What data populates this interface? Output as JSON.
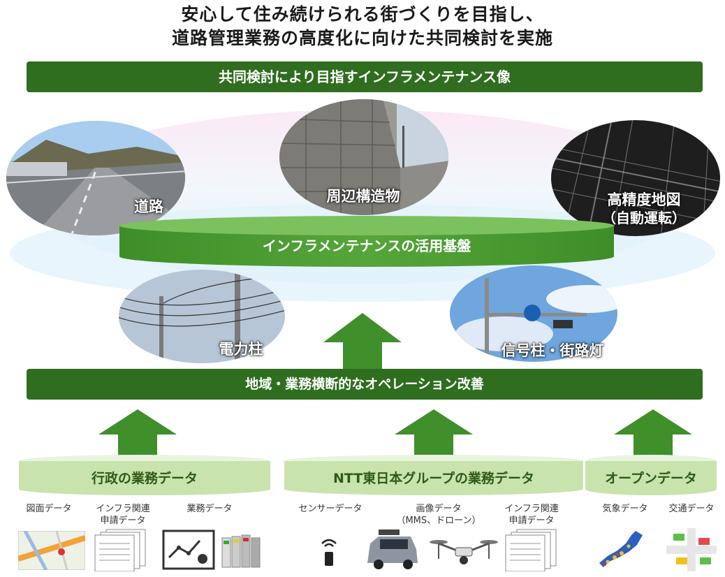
{
  "title": {
    "line1": "安心して住み続けられる街づくりを目指し、",
    "line2": "道路管理業務の高度化に向けた共同検討を実施"
  },
  "vision_bar": "共同検討により目指すインフラメンテナンス像",
  "platform_label": "インフラメンテナンスの活用基盤",
  "assets": {
    "road": "道路",
    "surrounding": "周辺構造物",
    "hd_map": "高精度地図",
    "hd_map_sub": "（自動運転）",
    "utility_pole": "電力柱",
    "signal_pole": "信号柱・街路灯"
  },
  "operation_bar": "地域・業務横断的なオペレーション改善",
  "sources": [
    {
      "title": "行政の業務データ",
      "items": [
        "図面データ",
        "インフラ関連",
        "申請データ",
        "業務データ"
      ]
    },
    {
      "title": "NTT東日本グループの業務データ",
      "items": [
        "センサーデータ",
        "画像データ",
        "（MMS、ドローン）",
        "インフラ関連",
        "申請データ"
      ]
    },
    {
      "title": "オープンデータ",
      "items": [
        "気象データ",
        "交通データ"
      ]
    }
  ],
  "colors": {
    "dark_green": "#2f6d1f",
    "mid_green": "#3f8f2a",
    "light_green": "#c9e3ad",
    "pale_green": "#e9f4de"
  },
  "icons": [
    "map-icon",
    "application-form-icon",
    "dashboard-icon",
    "binders-icon",
    "sensor-icon",
    "mms-vehicle-icon",
    "drone-icon",
    "weather-map-icon",
    "traffic-icon"
  ]
}
